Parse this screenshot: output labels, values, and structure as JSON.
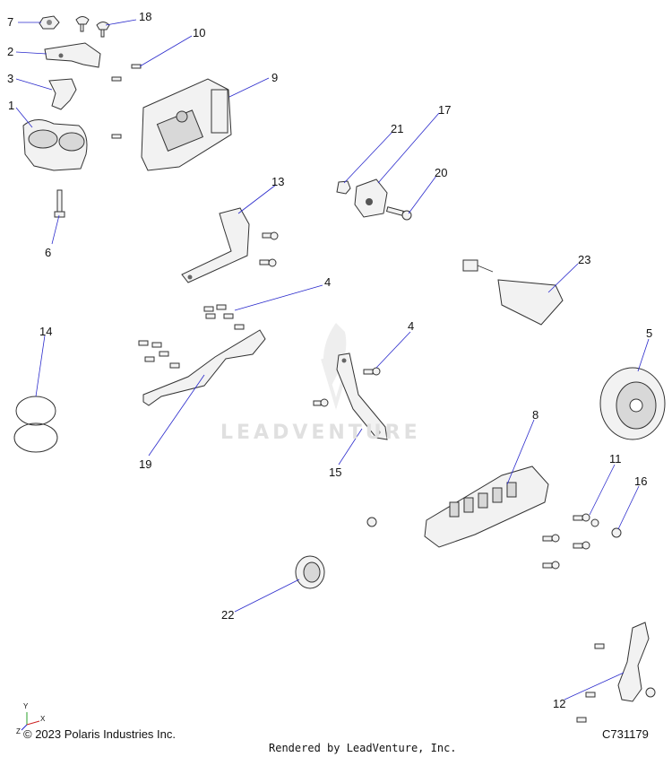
{
  "callouts": [
    "7",
    "18",
    "2",
    "10",
    "3",
    "9",
    "1",
    "21",
    "17",
    "20",
    "13",
    "6",
    "23",
    "4",
    "14",
    "4",
    "5",
    "19",
    "15",
    "8",
    "11",
    "16",
    "22",
    "12"
  ],
  "watermark": "LEADVENTURE",
  "footer": {
    "copyright": "© 2023 Polaris Industries Inc.",
    "diagram_id": "C731179",
    "rendered_by": "Rendered by LeadVenture, Inc."
  },
  "axis_labels": {
    "y": "Y",
    "x": "X",
    "z": "Z"
  }
}
